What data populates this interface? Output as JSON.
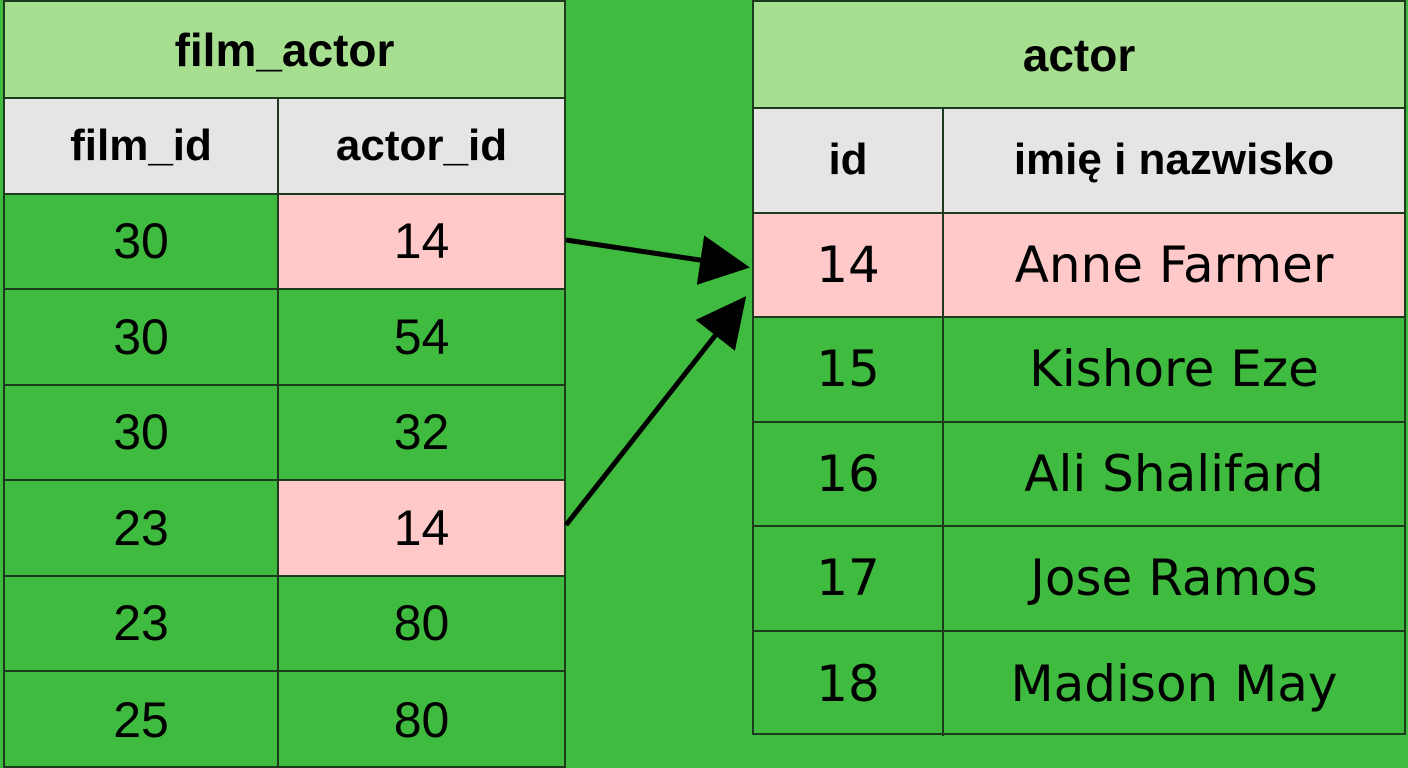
{
  "film_actor": {
    "title": "film_actor",
    "columns": [
      "film_id",
      "actor_id"
    ],
    "rows": [
      {
        "film_id": "30",
        "actor_id": "14",
        "highlight": true
      },
      {
        "film_id": "30",
        "actor_id": "54",
        "highlight": false
      },
      {
        "film_id": "30",
        "actor_id": "32",
        "highlight": false
      },
      {
        "film_id": "23",
        "actor_id": "14",
        "highlight": true
      },
      {
        "film_id": "23",
        "actor_id": "80",
        "highlight": false
      },
      {
        "film_id": "25",
        "actor_id": "80",
        "highlight": false
      }
    ]
  },
  "actor": {
    "title": "actor",
    "columns": [
      "id",
      "imię i nazwisko"
    ],
    "rows": [
      {
        "id": "14",
        "name": "Anne Farmer",
        "highlight": true
      },
      {
        "id": "15",
        "name": "Kishore Eze",
        "highlight": false
      },
      {
        "id": "16",
        "name": "Ali Shalifard",
        "highlight": false
      },
      {
        "id": "17",
        "name": "Jose Ramos",
        "highlight": false
      },
      {
        "id": "18",
        "name": "Madison May",
        "highlight": false
      }
    ]
  },
  "colors": {
    "background": "#3fbb3f",
    "title_fill": "#a6df8f",
    "header_fill": "#e5e5e5",
    "highlight_fill": "#ffc9c9",
    "border": "#1e3a1e",
    "arrow": "#000000"
  },
  "relations": [
    {
      "from_row": 0,
      "to_row": 0
    },
    {
      "from_row": 3,
      "to_row": 0
    }
  ]
}
